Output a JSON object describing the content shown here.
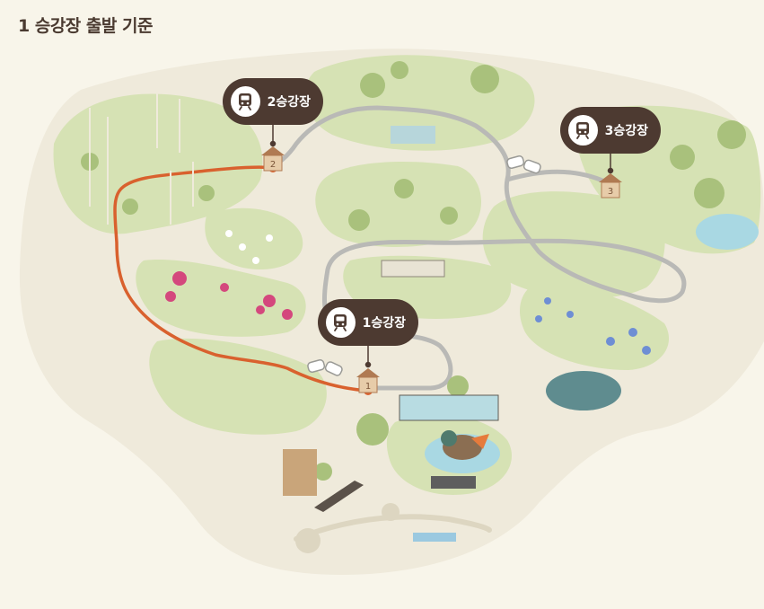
{
  "header": {
    "title": "1 승강장 출발 기준"
  },
  "colors": {
    "background": "#f8f5ea",
    "island": "#efeadb",
    "grass": "#d6e2b4",
    "route": "#d9612e",
    "track": "#b9b9b6",
    "pin": "#4d3a31",
    "water": "#a9d8e3"
  },
  "stations": [
    {
      "label": "1승강장",
      "sign": "1",
      "icon": "train-icon"
    },
    {
      "label": "2승강장",
      "sign": "2",
      "icon": "train-icon"
    },
    {
      "label": "3승강장",
      "sign": "3",
      "icon": "train-icon"
    }
  ]
}
